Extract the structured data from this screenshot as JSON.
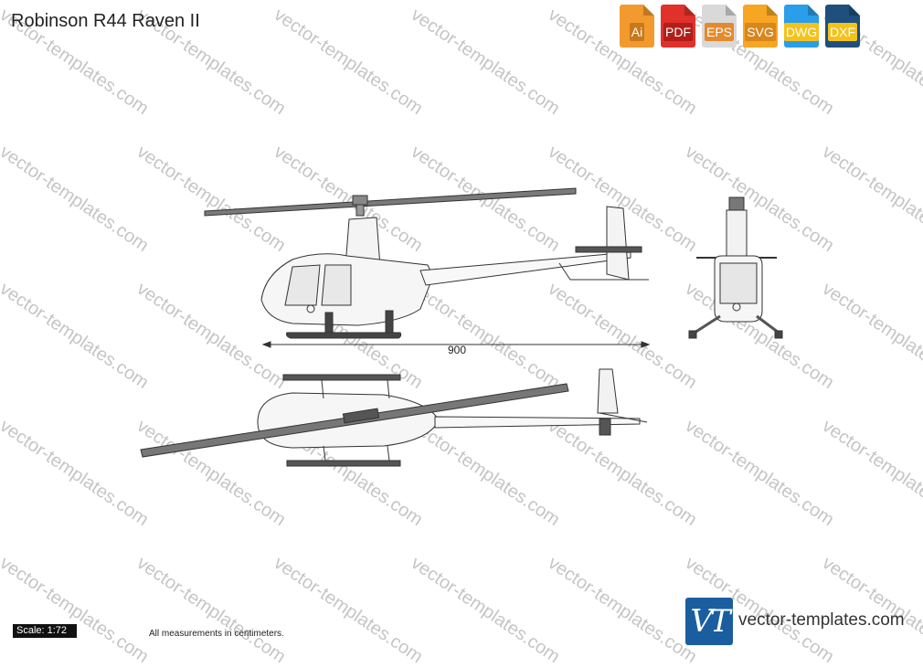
{
  "page": {
    "title": "Robinson R44 Raven II"
  },
  "formats": [
    {
      "label": "Ai",
      "color": "#f29a2e",
      "tag": "#c9781c"
    },
    {
      "label": "PDF",
      "color": "#e0312b",
      "tag": "#b21f1a"
    },
    {
      "label": "EPS",
      "color": "#d9d9d9",
      "tag": "#e38b2c"
    },
    {
      "label": "SVG",
      "color": "#f6a623",
      "tag": "#d9861b"
    },
    {
      "label": "DWG",
      "color": "#2a9ee8",
      "tag": "#f4c21a"
    },
    {
      "label": "DXF",
      "color": "#1f4f7c",
      "tag": "#f4c21a"
    }
  ],
  "dimension": {
    "label": "900"
  },
  "footer": {
    "scale": "Scale: 1:72",
    "note": "All measurements in centimeters."
  },
  "brand": {
    "logo": "VT",
    "text": "vector-templates.com"
  },
  "watermark": {
    "text": "vector-templates.com"
  },
  "icons": {
    "download": "file-format-icon"
  }
}
